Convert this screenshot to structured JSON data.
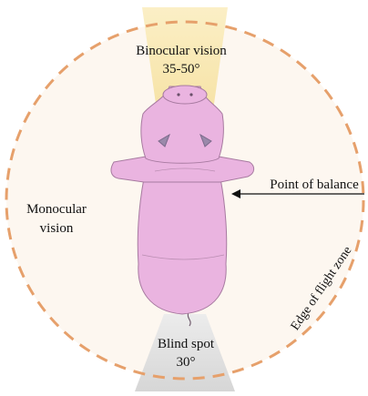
{
  "labels": {
    "binocular": "Binocular vision",
    "binocular_angle": "35-50°",
    "monocular_line1": "Monocular",
    "monocular_line2": "vision",
    "point_of_balance": "Point of balance",
    "edge": "Edge of flight zone",
    "blind_spot": "Blind spot",
    "blind_angle": "30°"
  },
  "colors": {
    "zone_fill": "#fdf7f0",
    "dashed_ring": "#e6a06b",
    "binocular_cone": "#f8e7ae",
    "blind_cone": "#dcdcdc",
    "pig_body": "#eab4e0",
    "pig_outline": "#a77aa0",
    "arrow": "#111111"
  },
  "icons": [
    "pig-top-view-icon",
    "arrow-left-icon"
  ]
}
